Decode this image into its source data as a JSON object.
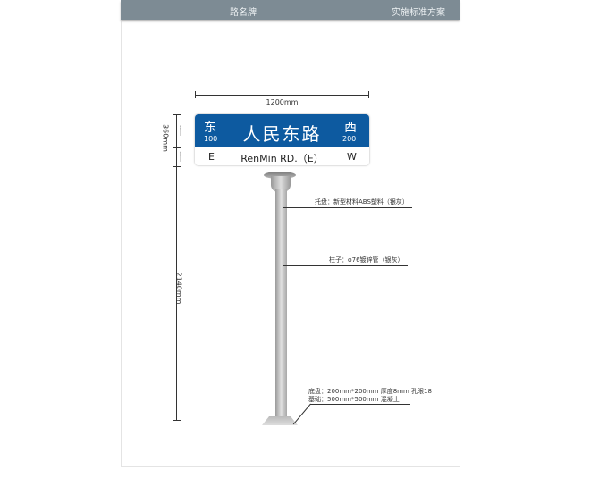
{
  "header": {
    "title": "路名牌",
    "section": "实施标准方案"
  },
  "dimensions": {
    "width": "1200mm",
    "sign_height": "360mm",
    "top_panel": "240mm",
    "bottom_panel": "120mm",
    "pole_height": "2140mm"
  },
  "sign": {
    "left_cn": "东",
    "left_num": "100",
    "name_cn": "人民东路",
    "right_cn": "西",
    "right_num": "200",
    "left_en": "E",
    "name_en": "RenMin RD.（E）",
    "right_en": "W",
    "colors": {
      "panel": "#0d5aa0",
      "text": "#ffffff"
    }
  },
  "callouts": {
    "tray": "托盘：新型材料ABS塑料（银灰）",
    "pole": "柱子：φ76镀锌管（银灰）",
    "base": "底盘：200mm*200mm 厚度8mm 孔眼18",
    "foundation": "基础：500mm*500mm 混凝土"
  }
}
